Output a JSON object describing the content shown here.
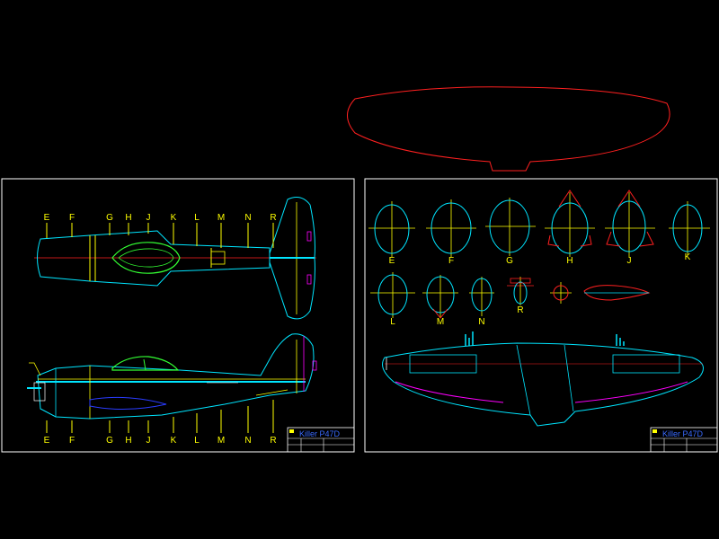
{
  "colors": {
    "cyan": "#00e5ff",
    "yellow": "#ffff00",
    "green": "#33ff33",
    "red": "#ff2020",
    "blue": "#2a3cff",
    "magenta": "#ff00ff",
    "white": "#ffffff"
  },
  "top_station_labels": [
    "E",
    "F",
    "G",
    "H",
    "J",
    "K",
    "L",
    "M",
    "N",
    "R"
  ],
  "bottom_station_labels": [
    "E",
    "F",
    "G",
    "H",
    "J",
    "K",
    "L",
    "M",
    "N",
    "R"
  ],
  "section_row1": [
    "E",
    "F",
    "G",
    "H",
    "J",
    "K"
  ],
  "section_row2": [
    "L",
    "M",
    "N",
    "R"
  ],
  "title_block_left": {
    "title": "Killer P47D"
  },
  "title_block_right": {
    "title": "Killer P47D"
  }
}
